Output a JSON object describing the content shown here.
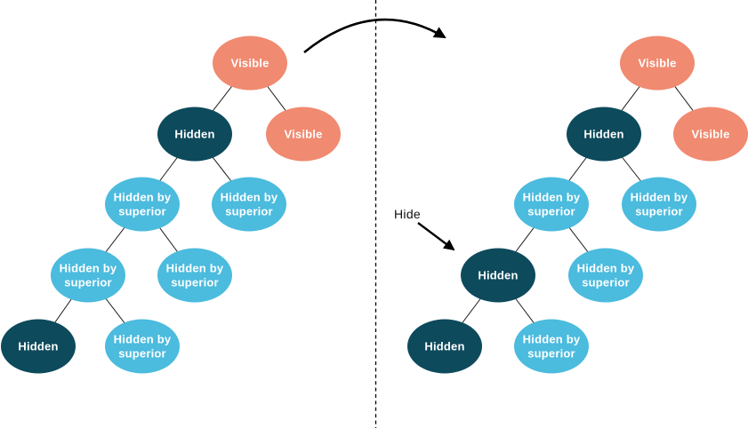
{
  "palette": {
    "visible_node_fill": "#F08A70",
    "hidden_node_fill": "#0D4A5C",
    "hidden_by_superior_node_fill": "#4BBBDE",
    "node_text": "#FFFFFF",
    "edge_line": "#1A1A1A",
    "annotation_line": "#000000"
  },
  "icons": {
    "transform_arrow_icon": "curved-arrow-right",
    "hide_arrow_icon": "arrow-down-right",
    "divider_icon": "vertical-dashed-line"
  },
  "annotations": {
    "hide_label": "Hide"
  },
  "left_tree": {
    "nodes": [
      {
        "label": "Visible",
        "state": "visible"
      },
      {
        "label": "Hidden",
        "state": "hidden"
      },
      {
        "label": "Visible",
        "state": "visible"
      },
      {
        "label": "Hidden by superior",
        "state": "hidden_by_superior"
      },
      {
        "label": "Hidden by superior",
        "state": "hidden_by_superior"
      },
      {
        "label": "Hidden by superior",
        "state": "hidden_by_superior"
      },
      {
        "label": "Hidden by superior",
        "state": "hidden_by_superior"
      },
      {
        "label": "Hidden",
        "state": "hidden"
      },
      {
        "label": "Hidden by superior",
        "state": "hidden_by_superior"
      }
    ],
    "edges": [
      [
        0,
        1
      ],
      [
        0,
        2
      ],
      [
        1,
        3
      ],
      [
        1,
        4
      ],
      [
        3,
        5
      ],
      [
        3,
        6
      ],
      [
        5,
        7
      ],
      [
        5,
        8
      ]
    ]
  },
  "right_tree": {
    "nodes": [
      {
        "label": "Visible",
        "state": "visible"
      },
      {
        "label": "Hidden",
        "state": "hidden"
      },
      {
        "label": "Visible",
        "state": "visible"
      },
      {
        "label": "Hidden by superior",
        "state": "hidden_by_superior"
      },
      {
        "label": "Hidden by superior",
        "state": "hidden_by_superior"
      },
      {
        "label": "Hidden",
        "state": "hidden"
      },
      {
        "label": "Hidden by superior",
        "state": "hidden_by_superior"
      },
      {
        "label": "Hidden",
        "state": "hidden"
      },
      {
        "label": "Hidden by superior",
        "state": "hidden_by_superior"
      }
    ],
    "edges": [
      [
        0,
        1
      ],
      [
        0,
        2
      ],
      [
        1,
        3
      ],
      [
        1,
        4
      ],
      [
        3,
        5
      ],
      [
        3,
        6
      ],
      [
        5,
        7
      ],
      [
        5,
        8
      ]
    ]
  }
}
